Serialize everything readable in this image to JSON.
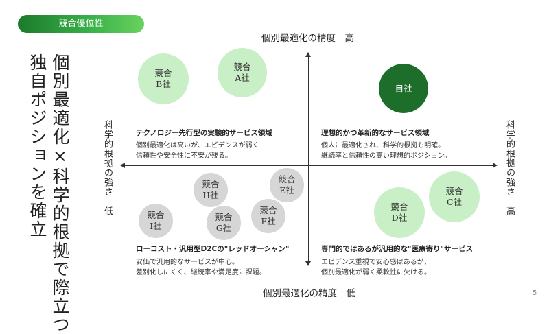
{
  "badge": "競合優位性",
  "title": {
    "line1": "個別最適化×科学的根拠で際立つ",
    "line2": "独自ポジションを確立"
  },
  "axes": {
    "top": "個別最適化の精度　高",
    "bottom": "個別最適化の精度　低",
    "left": "科学的根拠の強さ　低",
    "right": "科学的根拠の強さ　高"
  },
  "circles": {
    "a": {
      "line1": "競合",
      "line2": "A社"
    },
    "b": {
      "line1": "競合",
      "line2": "B社"
    },
    "self": {
      "line1": "自社"
    },
    "c": {
      "line1": "競合",
      "line2": "C社"
    },
    "d": {
      "line1": "競合",
      "line2": "D社"
    },
    "e": {
      "line1": "競合",
      "line2": "E社"
    },
    "f": {
      "line1": "競合",
      "line2": "F社"
    },
    "g": {
      "line1": "競合",
      "line2": "G社"
    },
    "h": {
      "line1": "競合",
      "line2": "H社"
    },
    "i": {
      "line1": "競合",
      "line2": "I社"
    }
  },
  "quadrants": {
    "top_left": {
      "title": "テクノロジー先行型の実験的サービス領域",
      "desc1": "個別最適化は高いが、エビデンスが弱く",
      "desc2": "信頼性や安全性に不安が残る。"
    },
    "top_right": {
      "title": "理想的かつ革新的なサービス領域",
      "desc1": "個人に最適化され、科学的根拠も明確。",
      "desc2": "継続率と信頼性の高い理想的ポジション。"
    },
    "bottom_left": {
      "title": "ローコスト・汎用型D2Cの\"レッドオーシャン\"",
      "desc1": "安価で汎用的なサービスが中心。",
      "desc2": "差別化しにくく、継続率や満足度に課題。"
    },
    "bottom_right": {
      "title": "専門的ではあるが汎用的な\"医療寄り\"サービス",
      "desc1": "エビデンス重視で安心感はあるが、",
      "desc2": "個別最適化が弱く柔軟性に欠ける。"
    }
  },
  "colors": {
    "light_green": "#c8efc6",
    "dark_green": "#1d6e2b",
    "grey": "#d6d6d6",
    "badge_start": "#1b7a2c",
    "badge_end": "#6ad15f"
  },
  "page_number": "5"
}
